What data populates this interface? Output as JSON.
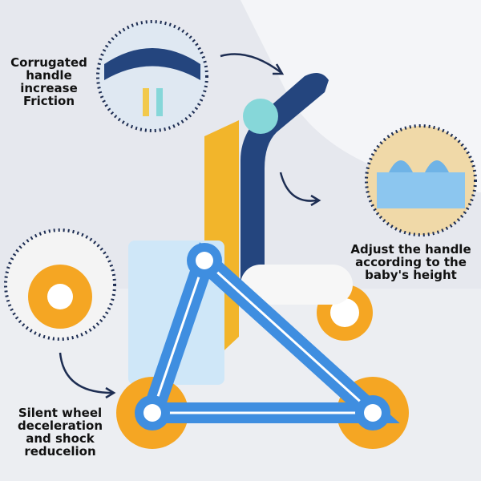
{
  "callouts": {
    "handle": {
      "lines": [
        "Corrugated",
        "handle",
        "increase",
        "Friction"
      ]
    },
    "adjust": {
      "lines": [
        "Adjust the handle",
        "according to the",
        "baby's height"
      ]
    },
    "wheel": {
      "lines": [
        "Silent wheel",
        "deceleration",
        "and shock",
        "reducelion"
      ]
    }
  },
  "colors": {
    "frame_blue": "#3f8ee0",
    "handle_navy": "#24457e",
    "wheel_orange": "#f5a623",
    "panel_yellow": "#f2b52b"
  }
}
